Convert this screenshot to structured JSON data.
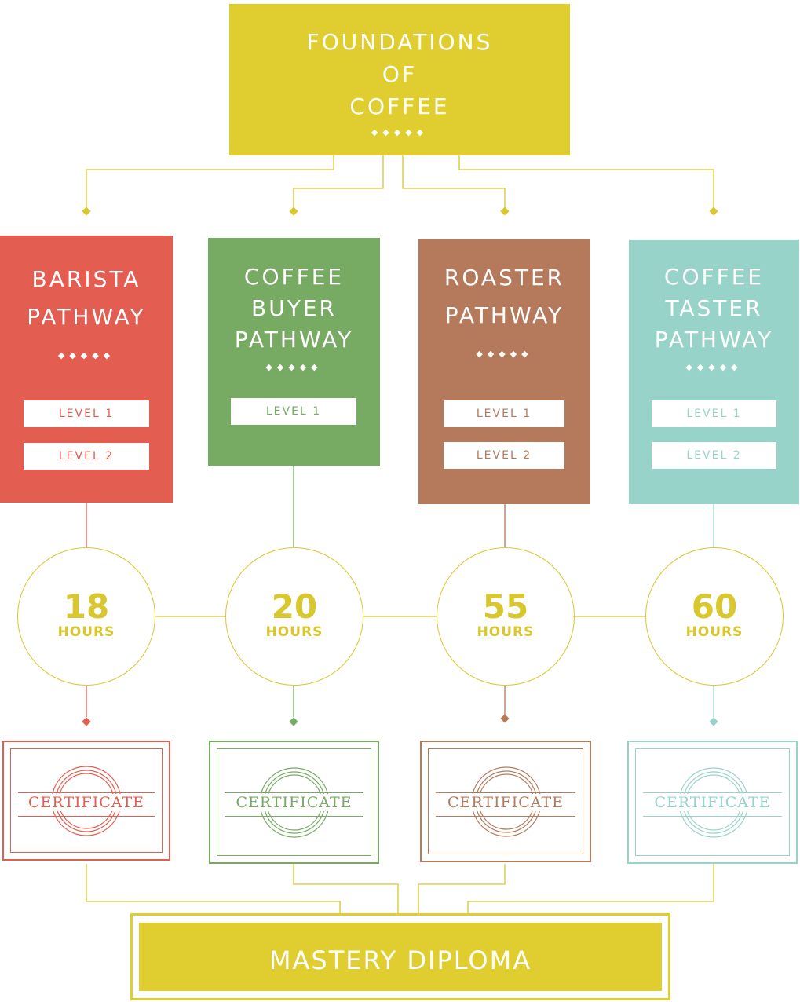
{
  "top": {
    "title": "FOUNDATIONS\nOF\nCOFFEE",
    "color": "#e0cd2f"
  },
  "pathways": [
    {
      "title": "BARISTA\nPATHWAY",
      "color": "#e35d50",
      "levels": [
        "LEVEL 1",
        "LEVEL 2"
      ],
      "hours": "18",
      "hours_label": "HOURS",
      "certificate": "CERTIFICATE"
    },
    {
      "title": "COFFEE\nBUYER\nPATHWAY",
      "color": "#77aa63",
      "levels": [
        "LEVEL 1"
      ],
      "hours": "20",
      "hours_label": "HOURS",
      "certificate": "CERTIFICATE"
    },
    {
      "title": "ROASTER\nPATHWAY",
      "color": "#b47a5b",
      "levels": [
        "LEVEL 1",
        "LEVEL 2"
      ],
      "hours": "55",
      "hours_label": "HOURS",
      "certificate": "CERTIFICATE"
    },
    {
      "title": "COFFEE\nTASTER\nPATHWAY",
      "color": "#98d3ca",
      "levels": [
        "LEVEL 1",
        "LEVEL 2"
      ],
      "hours": "60",
      "hours_label": "HOURS",
      "certificate": "CERTIFICATE"
    }
  ],
  "bottom": {
    "title": "MASTERY DIPLOMA",
    "color": "#e0cd2f"
  },
  "connector_color": "#d9c72e"
}
